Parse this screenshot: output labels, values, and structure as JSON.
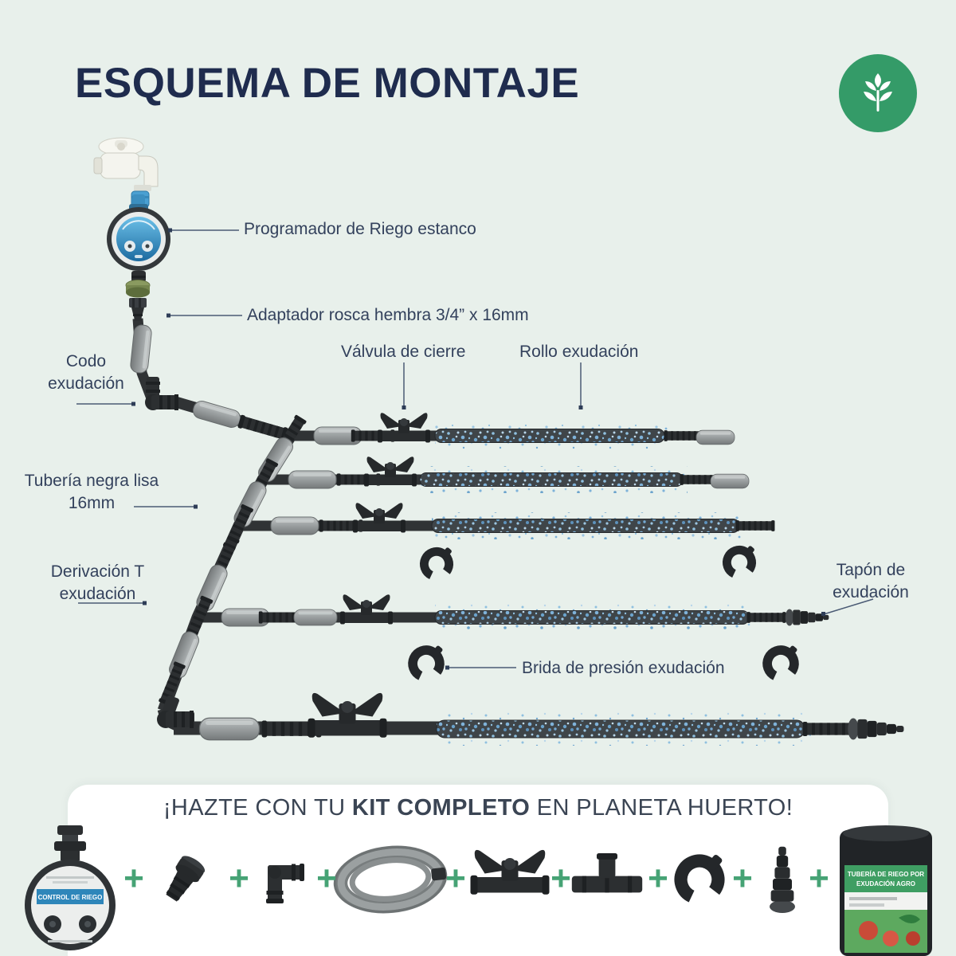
{
  "page": {
    "title": "ESQUEMA DE MONTAJE",
    "background_color": "#e8f0eb",
    "navy_color": "#1f2c4e",
    "accent_green": "#349b68"
  },
  "logo": {
    "icon": "tree-icon",
    "circle_color": "#349b68"
  },
  "diagram": {
    "labels": {
      "programador": "Programador de Riego estanco",
      "adaptador": "Adaptador rosca hembra 3/4” x 16mm",
      "codo": "Codo exudación",
      "valvula": "Válvula de cierre",
      "rollo": "Rollo exudación",
      "tuberia": "Tubería negra lisa 16mm",
      "derivacion": "Derivación T exudación",
      "tapon": "Tapón de exudación",
      "brida": "Brida de presión exudación"
    },
    "icons": [
      "faucet-icon",
      "timer-icon",
      "adapter-icon",
      "elbow-icon",
      "sleeve-icon",
      "tee-icon",
      "valve-icon",
      "exuding-tube-icon",
      "clamp-icon",
      "end-cap-icon"
    ],
    "tube_speckle_color": "#7fb2d9",
    "tube_color": "#3f4549"
  },
  "footer": {
    "headline_pre": "¡HAZTE CON TU ",
    "headline_bold": "KIT COMPLETO",
    "headline_post": " EN PLANETA HUERTO!",
    "plus": "+",
    "timer_label": "CONTROL DE RIEGO",
    "package_line1": "TUBERÍA DE RIEGO POR",
    "package_line2": "EXUDACIÓN AGRO",
    "item_icons": [
      "timer-icon",
      "adapter-icon",
      "elbow-icon",
      "tubing-coil-icon",
      "valve-icon",
      "tee-icon",
      "clamp-icon",
      "end-cap-icon",
      "product-roll-icon"
    ]
  }
}
